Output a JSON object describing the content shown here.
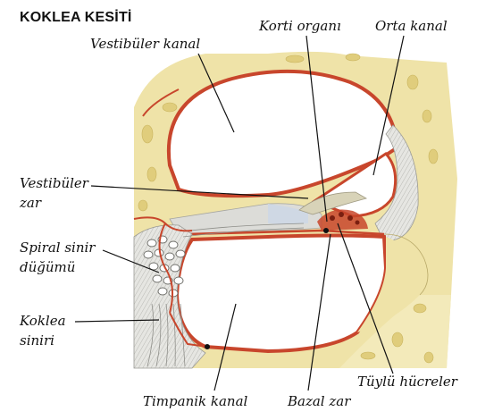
{
  "title": "KOKLEA KESİTİ",
  "labels": {
    "vestibuler_kanal": "Vestibüler kanal",
    "korti_organi": "Korti organı",
    "orta_kanal": "Orta kanal",
    "vestibuler_zar_line1": "Vestibüler",
    "vestibuler_zar_line2": "zar",
    "spiral_line1": "Spiral sinir",
    "spiral_line2": "düğümü",
    "koklea_siniri_line1": "Koklea",
    "koklea_siniri_line2": "siniri",
    "timpanik_kanal": "Timpanik kanal",
    "bazal_zar": "Bazal zar",
    "tuylu_hucreler": "Tüylü hücreler"
  },
  "colors": {
    "membrane": "#c8462c",
    "bone": "#efe3a8",
    "tissue": "#dcdcd8",
    "leader": "#111111"
  }
}
